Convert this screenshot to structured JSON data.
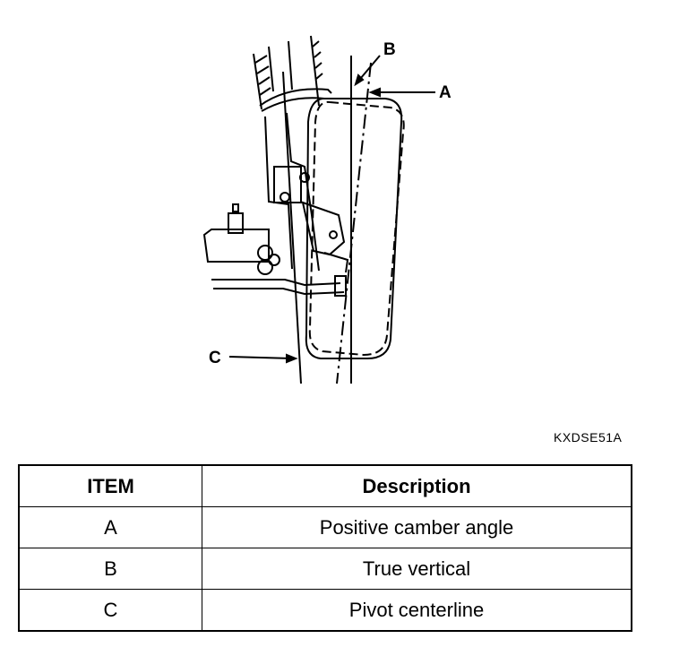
{
  "diagram": {
    "callouts": [
      {
        "id": "A",
        "label": "A"
      },
      {
        "id": "B",
        "label": "B"
      },
      {
        "id": "C",
        "label": "C"
      }
    ],
    "figure_code": "KXDSE51A"
  },
  "table": {
    "headers": {
      "item": "ITEM",
      "description": "Description"
    },
    "rows": [
      {
        "item": "A",
        "description": "Positive camber angle"
      },
      {
        "item": "B",
        "description": "True vertical"
      },
      {
        "item": "C",
        "description": "Pivot centerline"
      }
    ]
  }
}
